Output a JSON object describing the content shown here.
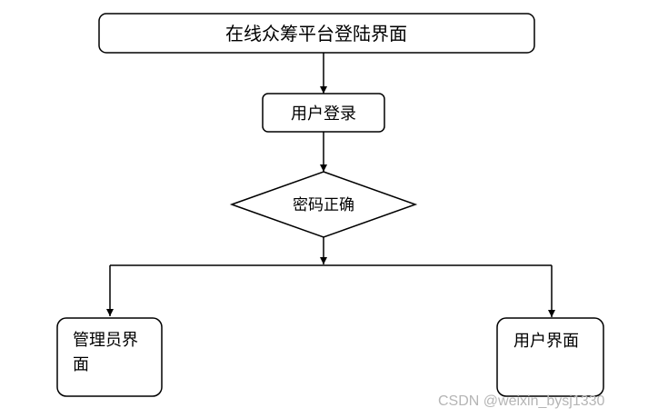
{
  "diagram": {
    "nodes": {
      "start": {
        "label": "在线众筹平台登陆界面"
      },
      "login": {
        "label": "用户登录"
      },
      "check": {
        "label": "密码正确"
      },
      "admin": {
        "line1": "管理员界",
        "line2": "面"
      },
      "user": {
        "label": "用户界面"
      }
    }
  },
  "watermark": {
    "text": "CSDN @weixin_bysj1330"
  },
  "colors": {
    "stroke": "#000000",
    "fill": "#ffffff",
    "watermark": "#b5b5b5"
  }
}
